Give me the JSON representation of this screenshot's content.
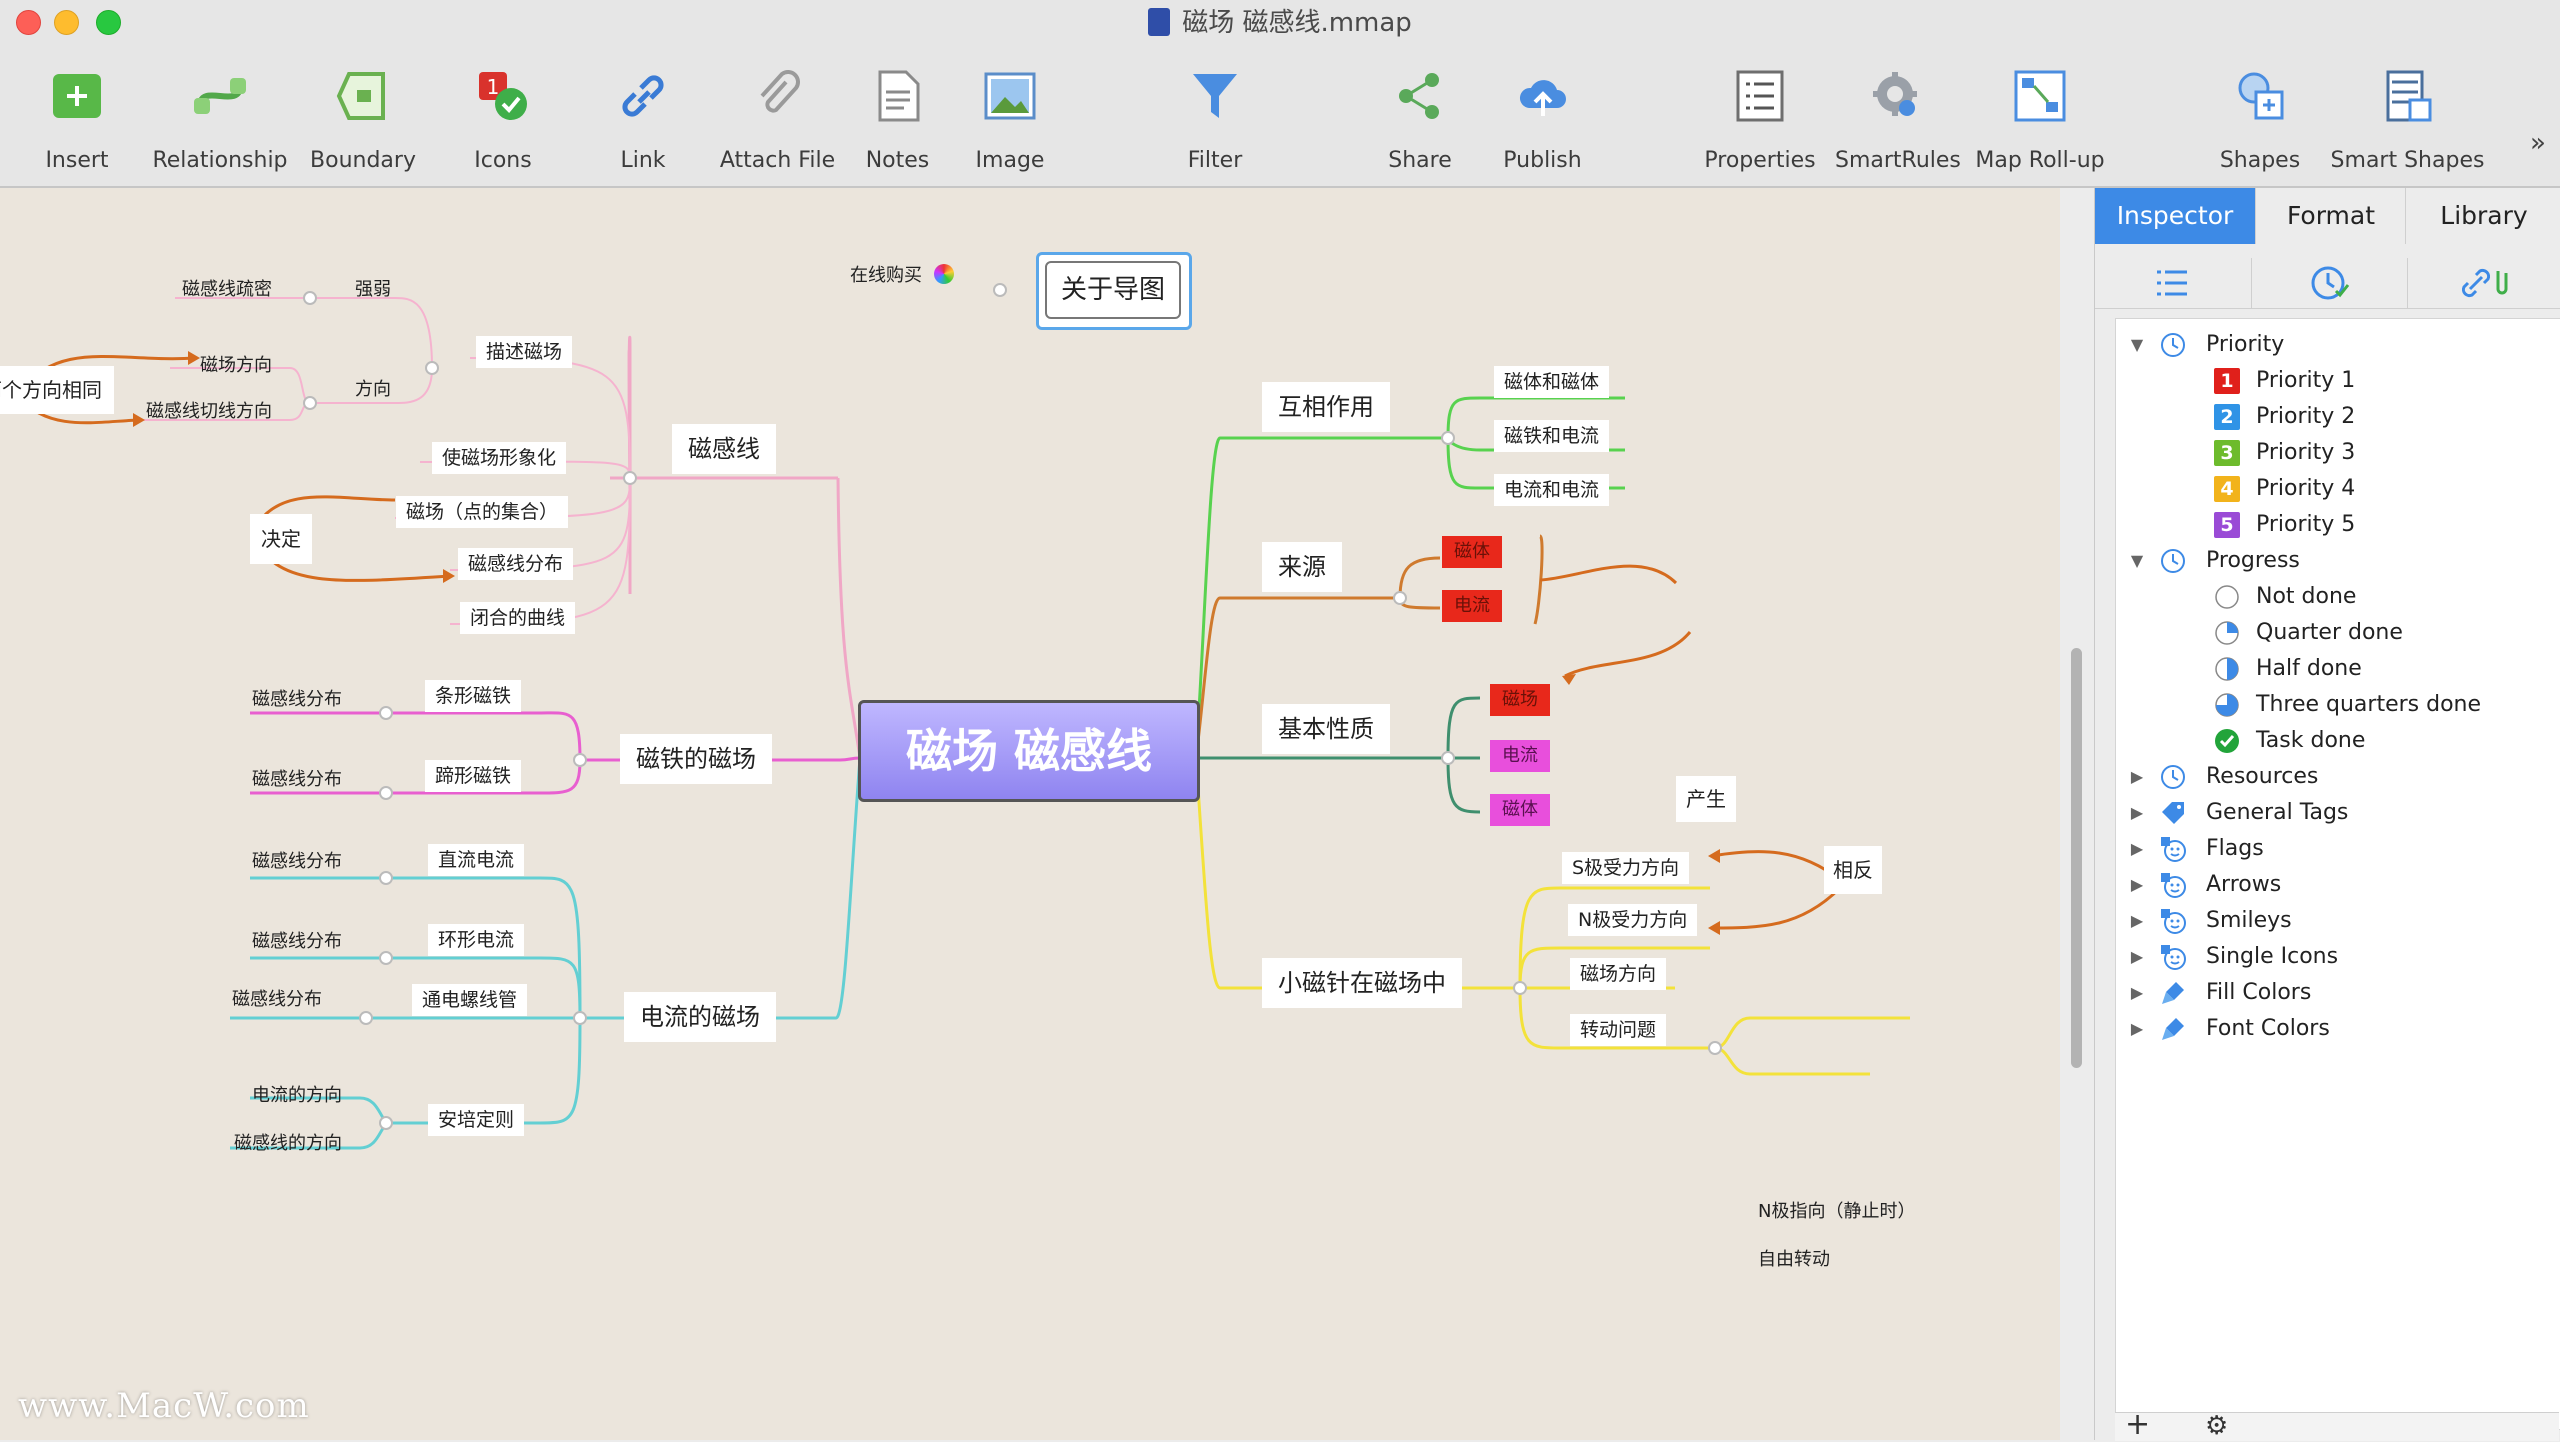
{
  "window": {
    "title": "磁场  磁感线.mmap"
  },
  "toolbar": {
    "insert": "Insert",
    "relationship": "Relationship",
    "boundary": "Boundary",
    "icons": "Icons",
    "link": "Link",
    "attach_file": "Attach File",
    "notes": "Notes",
    "image": "Image",
    "filter": "Filter",
    "share": "Share",
    "publish": "Publish",
    "properties": "Properties",
    "smartrules": "SmartRules",
    "map_rollup": "Map Roll-up",
    "shapes": "Shapes",
    "smart_shapes": "Smart Shapes",
    "overflow": "»"
  },
  "map": {
    "central": "磁场  磁感线",
    "about": "关于导图",
    "buy_online": "在线购买",
    "left": {
      "cixian": "磁感线",
      "miaoshu": "描述磁场",
      "qiangruo": "强弱",
      "shumi": "磁感线疏密",
      "fangxiang": "方向",
      "cichang_fangxiang": "磁场方向",
      "qiexian_fangxiang": "磁感线切线方向",
      "fangxiang_xiangtong": "两个方向相同",
      "xingxianghua": "使磁场形象化",
      "dian_jihe": "磁场（点的集合）",
      "fenbu": "磁感线分布",
      "juedin": "决定",
      "bihe": "闭合的曲线",
      "citie_cichang": "磁铁的磁场",
      "tiaoxing": "条形磁铁",
      "tixing": "蹄形磁铁",
      "fenbu_a": "磁感线分布",
      "fenbu_b": "磁感线分布",
      "dianliu_cichang": "电流的磁场",
      "zhiliu": "直流电流",
      "huanxing": "环形电流",
      "luoxianguan": "通电螺线管",
      "anpei": "安培定则",
      "fenbu_c": "磁感线分布",
      "fenbu_d": "磁感线分布",
      "fenbu_e": "磁感线分布",
      "dianliu_fangxiang": "电流的方向",
      "cixian_fangxiang": "磁感线的方向"
    },
    "right": {
      "huxiang": "互相作用",
      "ct_ct": "磁体和磁体",
      "ctie_dl": "磁铁和电流",
      "dl_dl": "电流和电流",
      "laiyuan": "来源",
      "tag_citi": "磁体",
      "tag_dianliu": "电流",
      "chansheng": "产生",
      "xingzhi": "基本性质",
      "tag_cichang": "磁场",
      "tag_dianliu2": "电流",
      "tag_citi2": "磁体",
      "xiaocizhen": "小磁针在磁场中",
      "s_force": "S极受力方向",
      "n_force": "N极受力方向",
      "xiangfan": "相反",
      "cichang_fx": "磁场方向",
      "zhuandong": "转动问题",
      "n_zhixiang": "N极指向（静止时）",
      "ziyou": "自由转动"
    }
  },
  "panel": {
    "tabs": [
      "Inspector",
      "Format",
      "Library"
    ],
    "tree": {
      "priority": "Priority",
      "priority_items": [
        "Priority 1",
        "Priority 2",
        "Priority 3",
        "Priority 4",
        "Priority 5"
      ],
      "priority_numbers": [
        "1",
        "2",
        "3",
        "4",
        "5"
      ],
      "progress": "Progress",
      "progress_items": [
        "Not done",
        "Quarter done",
        "Half done",
        "Three quarters done",
        "Task done"
      ],
      "collapsed": [
        "Resources",
        "General Tags",
        "Flags",
        "Arrows",
        "Smileys",
        "Single Icons",
        "Fill Colors",
        "Font Colors"
      ]
    },
    "bottom": {
      "add": "+",
      "gear": "⚙"
    }
  },
  "watermark": "www.MacW.com"
}
